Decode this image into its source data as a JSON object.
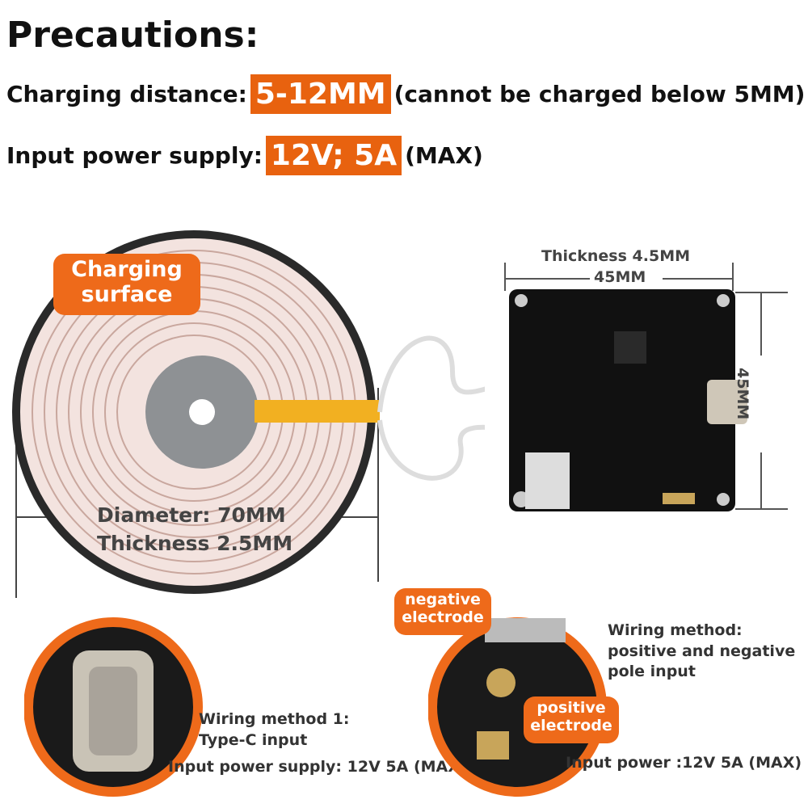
{
  "title": "Precautions:",
  "distance": {
    "label": "Charging distance:",
    "value": "5-12MM",
    "note": "(cannot be charged below 5MM)"
  },
  "power": {
    "label": "Input power supply:",
    "value": "12V; 5A",
    "note": "(MAX)"
  },
  "coil": {
    "badge_line1": "Charging",
    "badge_line2": "surface",
    "diameter": "Diameter: 70MM",
    "thickness": "Thickness 2.5MM"
  },
  "board": {
    "thickness": "Thickness 4.5MM",
    "width": "45MM",
    "height": "45MM"
  },
  "typec": {
    "line1": "Wiring method 1:",
    "line2": "Type-C input",
    "line3": "Input power supply: 12V 5A (MAX)"
  },
  "pole": {
    "negative1": "negative",
    "negative2": "electrode",
    "positive1": "positive",
    "positive2": "electrode",
    "line1": "Wiring method:",
    "line2": "positive and negative",
    "line3": "pole input",
    "line4": "Input power :12V 5A (MAX)"
  },
  "colors": {
    "accent": "#e8620f"
  }
}
